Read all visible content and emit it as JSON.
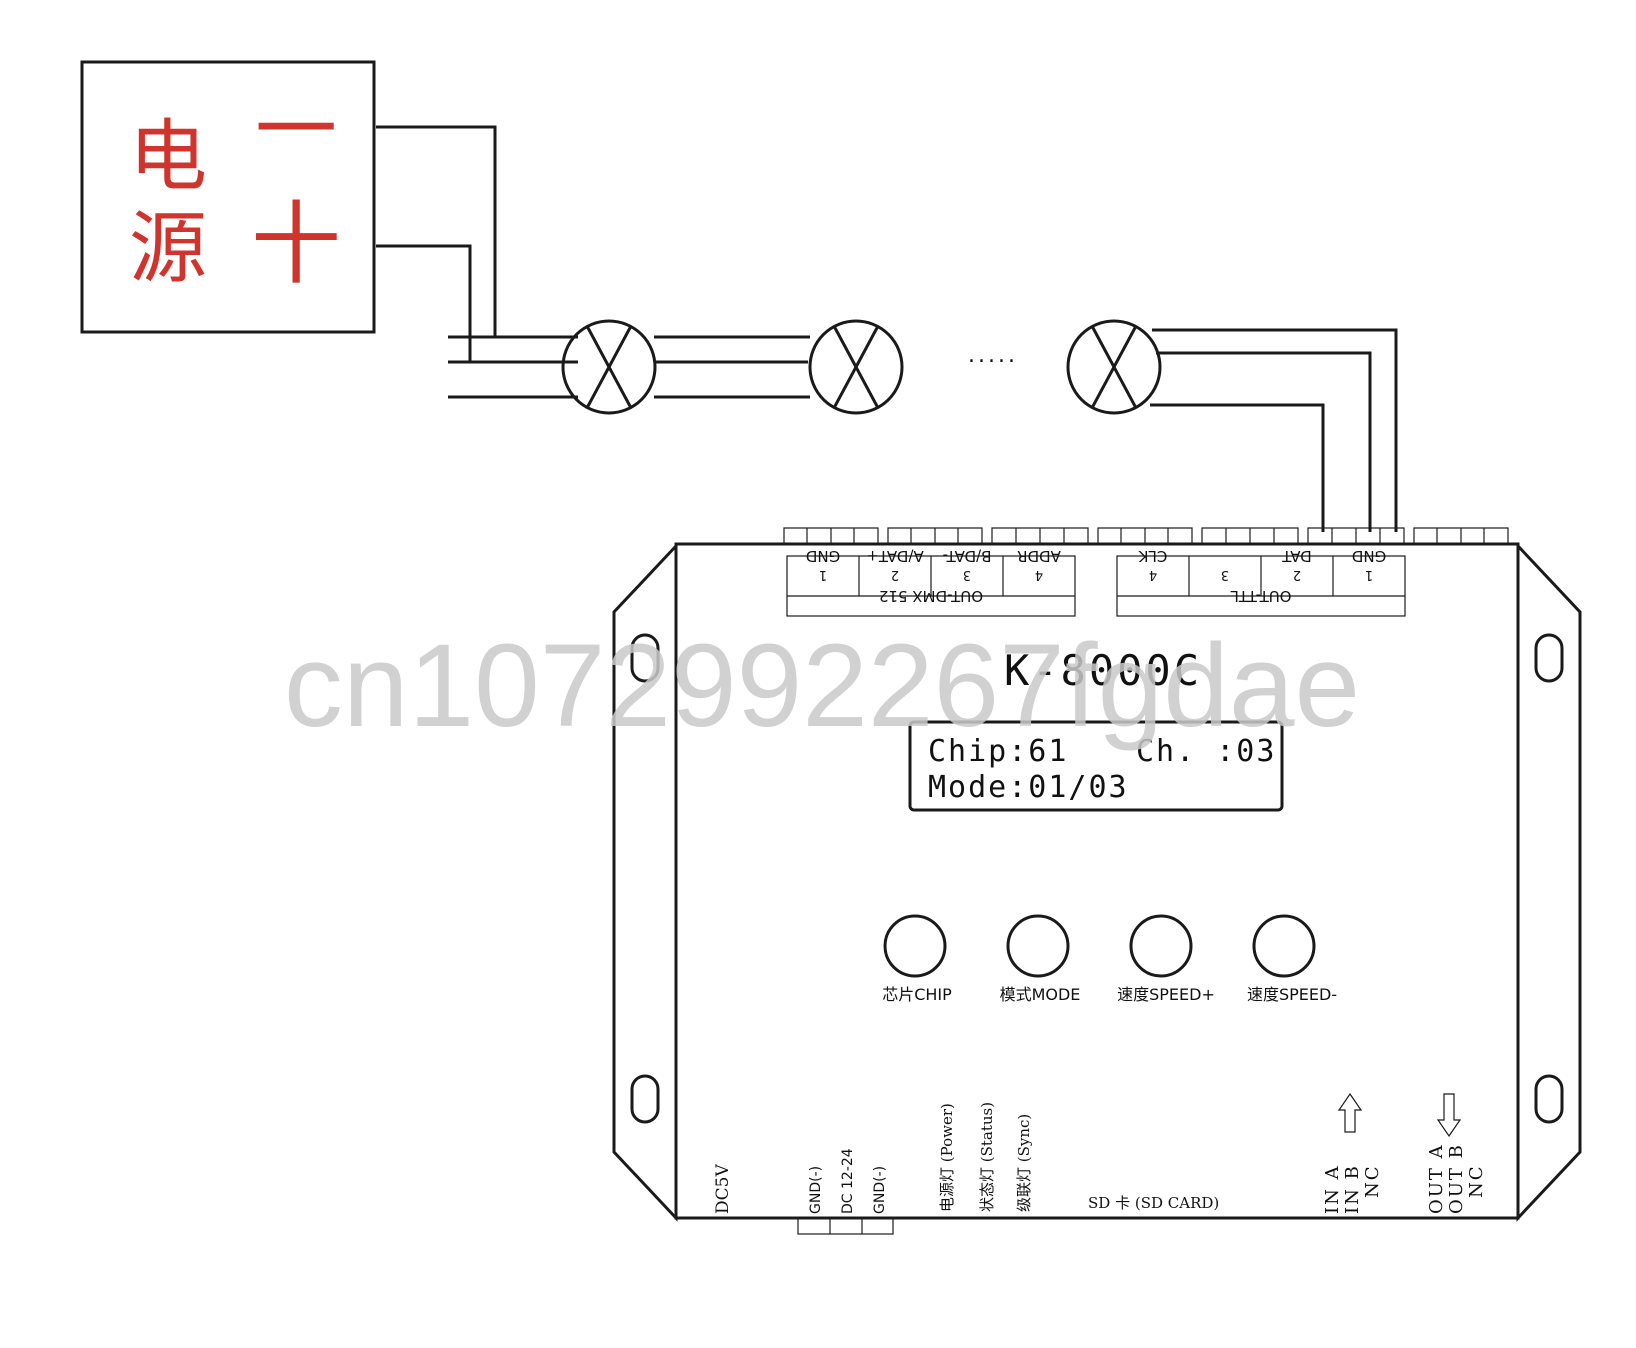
{
  "power_supply": {
    "label_line1": "电",
    "label_line2": "源",
    "minus_symbol": "一",
    "plus_symbol": "十"
  },
  "ellipsis": ".....",
  "controller": {
    "model": "K-8000C",
    "lcd": {
      "line1_left": "Chip:61",
      "line1_right": "Ch. :03",
      "line2": "Mode:01/03"
    },
    "buttons": [
      {
        "label": "芯片CHIP"
      },
      {
        "label": "模式MODE"
      },
      {
        "label": "速度SPEED+"
      },
      {
        "label": "速度SPEED-"
      }
    ],
    "dmx_block": {
      "title": "OUT-DMX 512",
      "pins": [
        {
          "num": "1",
          "name": "GND"
        },
        {
          "num": "2",
          "name": "A/DAT+"
        },
        {
          "num": "3",
          "name": "B/DAT-"
        },
        {
          "num": "4",
          "name": "ADDR"
        }
      ]
    },
    "ttl_block": {
      "title": "OUT-TTL",
      "pins": [
        {
          "num": "1",
          "name": "GND"
        },
        {
          "num": "2",
          "name": "DAT"
        },
        {
          "num": "3",
          "name": ""
        },
        {
          "num": "4",
          "name": "CLK"
        }
      ]
    },
    "bottom_labels": {
      "dc5v": "DC5V",
      "power_pins": [
        "GND(-)",
        "DC 12-24",
        "GND(-)"
      ],
      "leds": [
        "电源灯 (Power)",
        "状态灯 (Status)",
        "级联灯 (Sync)"
      ],
      "sd": "SD 卡 (SD CARD)",
      "in_pins": [
        "IN A",
        "IN B",
        "NC"
      ],
      "out_pins": [
        "OUT A",
        "OUT B",
        "NC"
      ]
    }
  },
  "watermark": "cn1072992267fgdae"
}
